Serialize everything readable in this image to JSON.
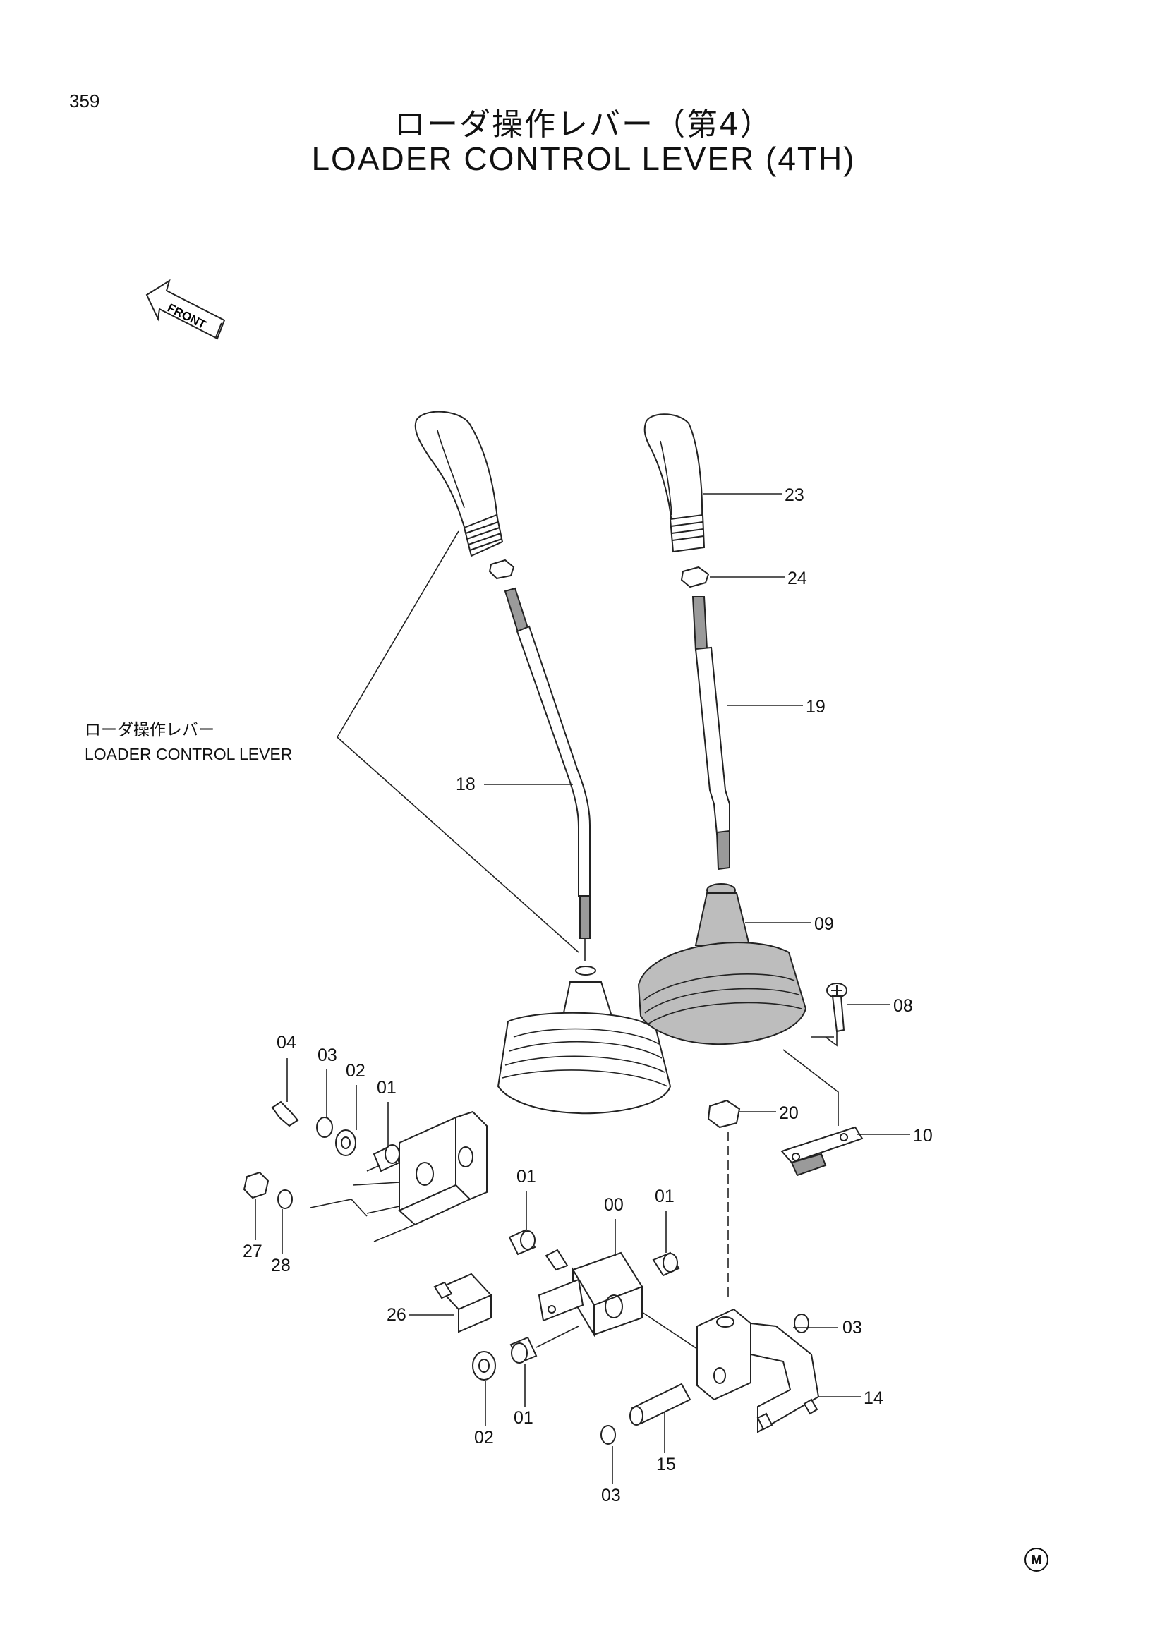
{
  "page_number": "359",
  "title_jp": "ローダ操作レバー（第4）",
  "title_en": "LOADER CONTROL LEVER (4TH)",
  "front_label": "FRONT",
  "callout": {
    "jp": "ローダ操作レバー",
    "en": "LOADER CONTROL LEVER"
  },
  "parts": [
    {
      "id": "lbl-23",
      "text": "23"
    },
    {
      "id": "lbl-24",
      "text": "24"
    },
    {
      "id": "lbl-19",
      "text": "19"
    },
    {
      "id": "lbl-18",
      "text": "18"
    },
    {
      "id": "lbl-09",
      "text": "09"
    },
    {
      "id": "lbl-08",
      "text": "08"
    },
    {
      "id": "lbl-20",
      "text": "20"
    },
    {
      "id": "lbl-10",
      "text": "10"
    },
    {
      "id": "lbl-04",
      "text": "04"
    },
    {
      "id": "lbl-03a",
      "text": "03"
    },
    {
      "id": "lbl-02a",
      "text": "02"
    },
    {
      "id": "lbl-01a",
      "text": "01"
    },
    {
      "id": "lbl-01b",
      "text": "01"
    },
    {
      "id": "lbl-00",
      "text": "00"
    },
    {
      "id": "lbl-01c",
      "text": "01"
    },
    {
      "id": "lbl-27",
      "text": "27"
    },
    {
      "id": "lbl-28",
      "text": "28"
    },
    {
      "id": "lbl-26",
      "text": "26"
    },
    {
      "id": "lbl-03b",
      "text": "03"
    },
    {
      "id": "lbl-14",
      "text": "14"
    },
    {
      "id": "lbl-02b",
      "text": "02"
    },
    {
      "id": "lbl-01d",
      "text": "01"
    },
    {
      "id": "lbl-15",
      "text": "15"
    },
    {
      "id": "lbl-03c",
      "text": "03"
    }
  ],
  "corner_mark": "M"
}
